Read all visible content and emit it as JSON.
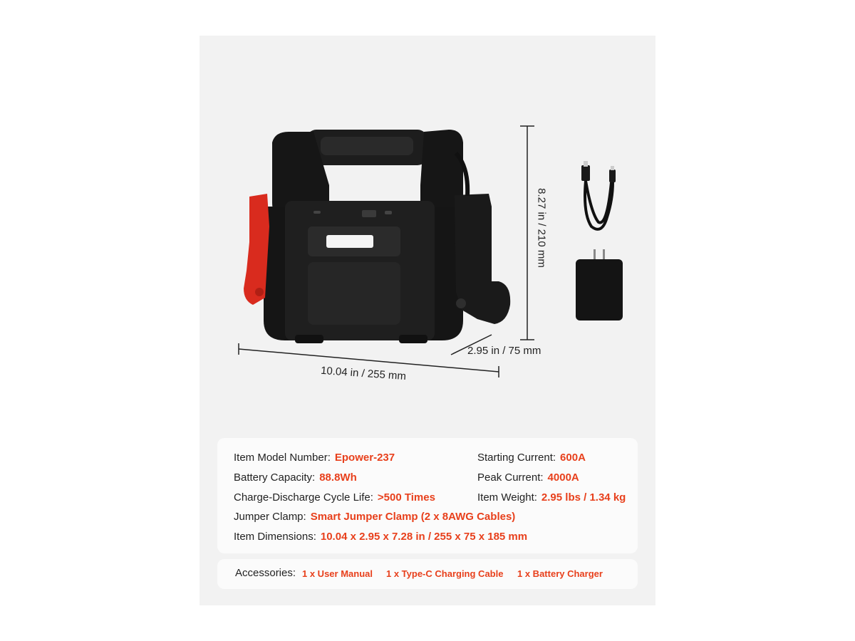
{
  "dimensions": {
    "width": "10.04 in / 255 mm",
    "depth": "2.95 in / 75 mm",
    "height": "8.27 in / 210 mm"
  },
  "specs": {
    "model": {
      "label": "Item Model Number:",
      "value": "Epower-237"
    },
    "capacity": {
      "label": "Battery Capacity:",
      "value": "88.8Wh"
    },
    "cycle_life": {
      "label": "Charge-Discharge Cycle Life:",
      "value": ">500 Times"
    },
    "clamp": {
      "label": "Jumper Clamp:",
      "value": "Smart Jumper Clamp (2 x 8AWG Cables)"
    },
    "dimensions": {
      "label": "Item Dimensions:",
      "value": "10.04 x 2.95 x 7.28 in / 255 x 75 x 185 mm"
    },
    "starting_current": {
      "label": "Starting Current:",
      "value": "600A"
    },
    "peak_current": {
      "label": "Peak Current:",
      "value": "4000A"
    },
    "weight": {
      "label": "Item Weight:",
      "value": "2.95 lbs / 1.34 kg"
    }
  },
  "accessories": {
    "label": "Accessories:",
    "items": [
      "1 x User Manual",
      "1 x Type-C Charging Cable",
      "1 x Battery Charger"
    ]
  },
  "colors": {
    "accent": "#e8401c",
    "panel": "#f2f2f2",
    "card": "#fbfbfb"
  }
}
